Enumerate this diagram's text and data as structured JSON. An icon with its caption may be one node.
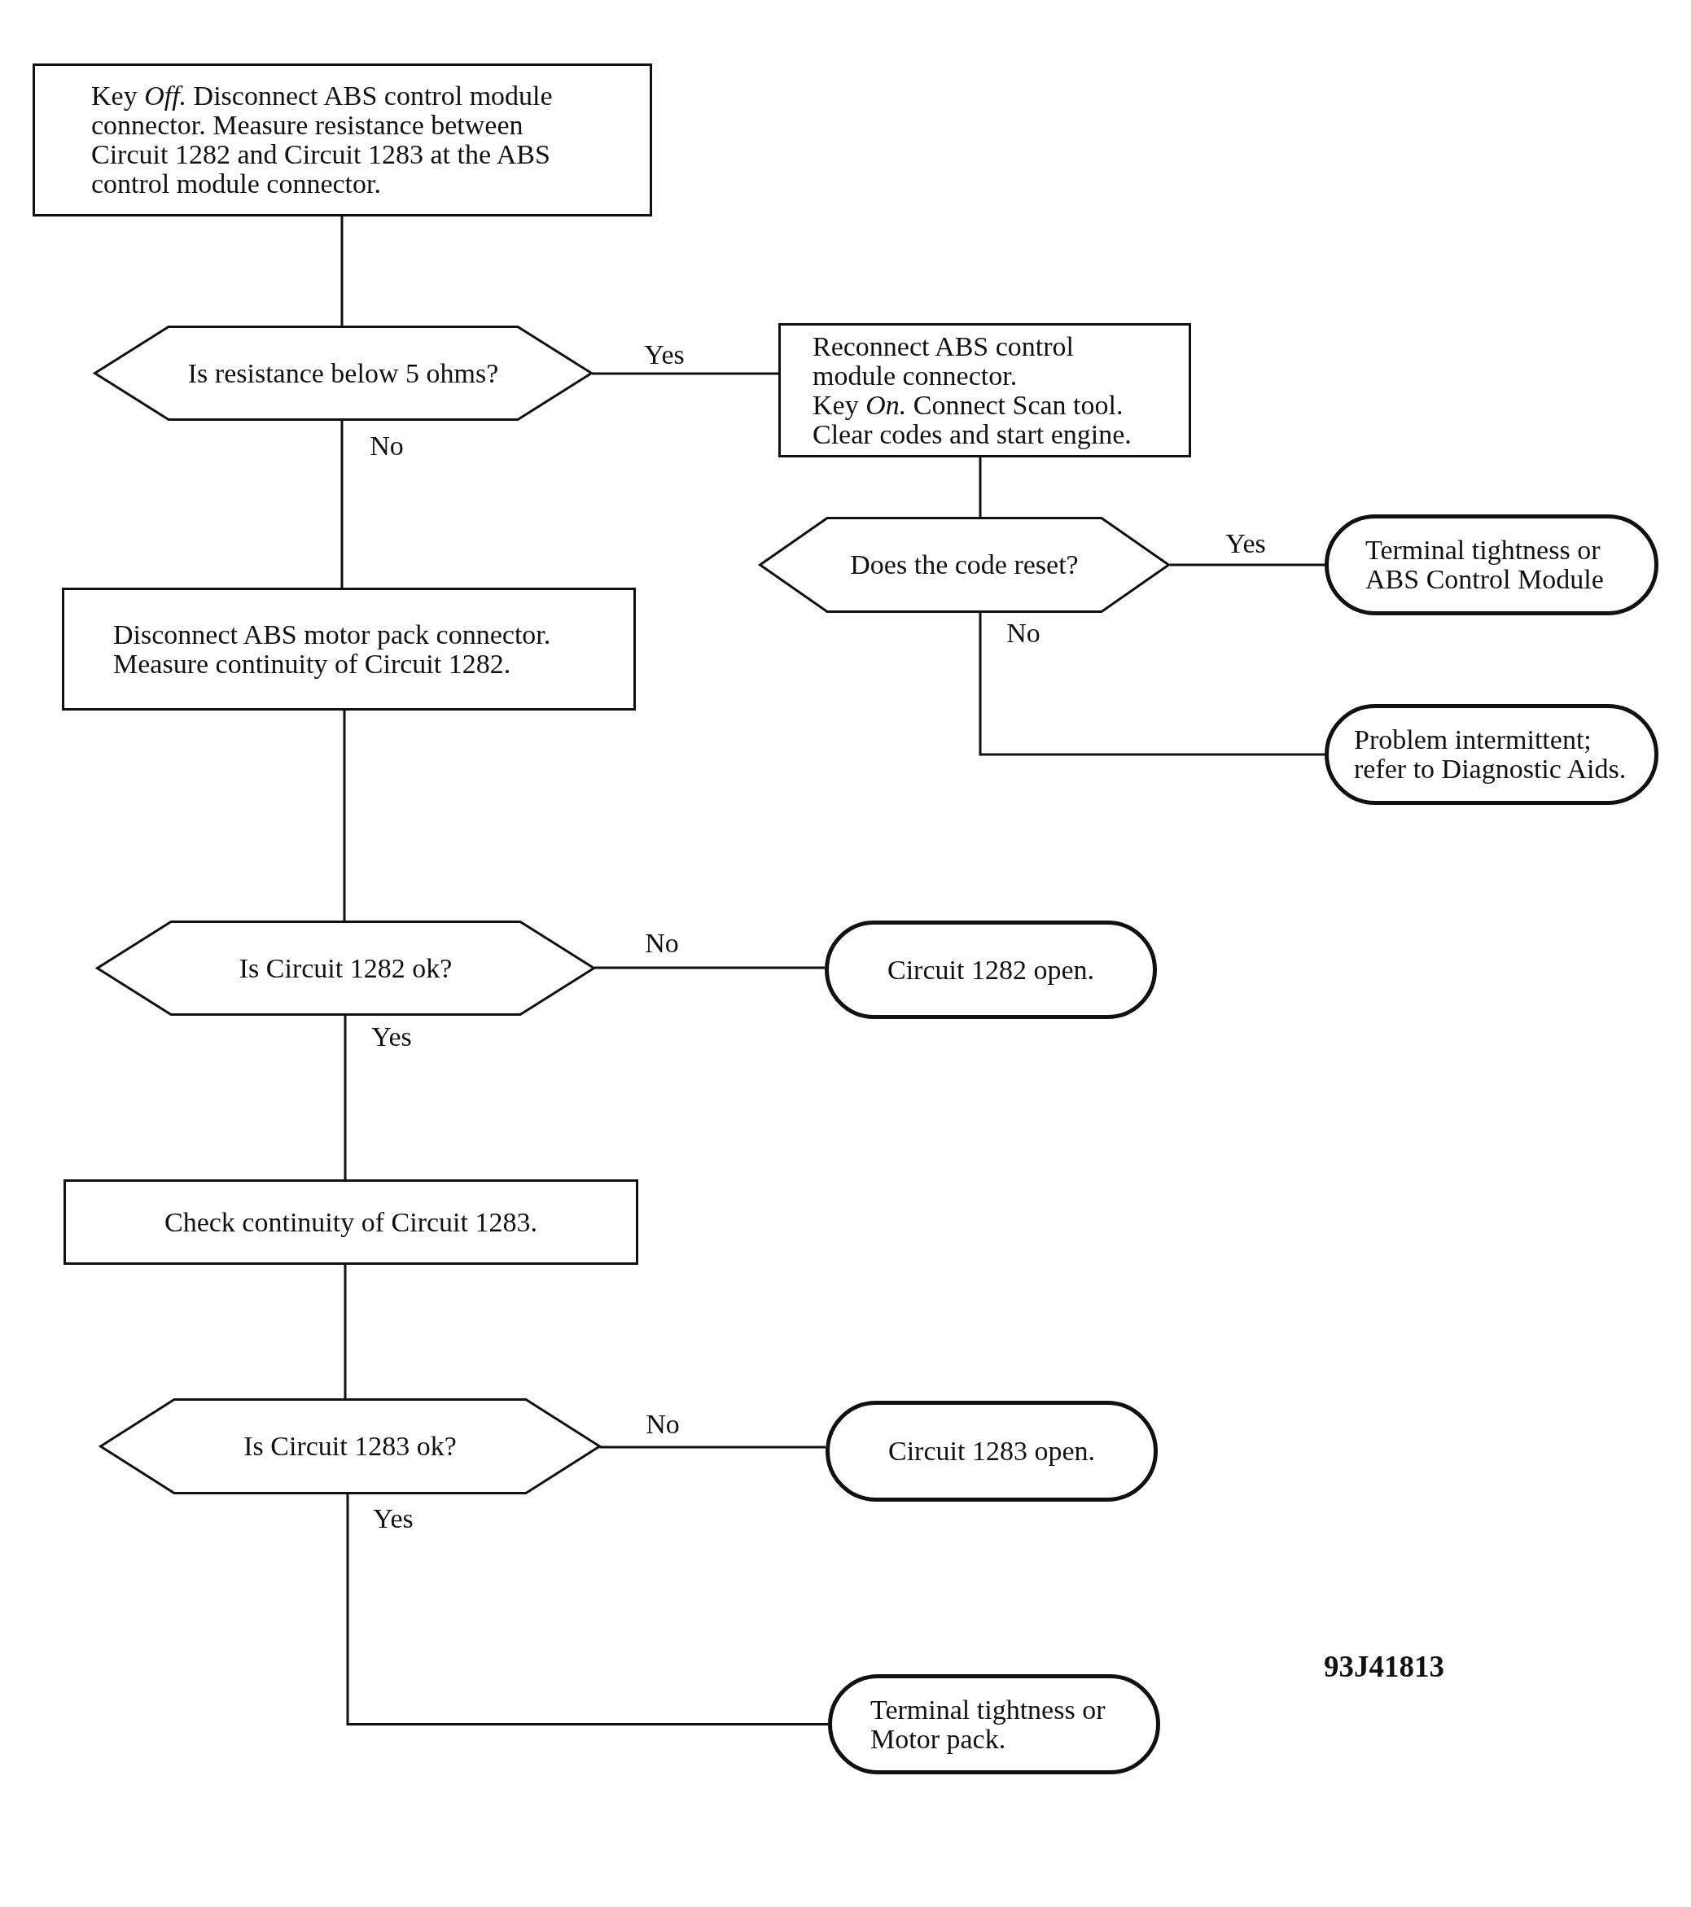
{
  "diagram": {
    "nodes": [
      {
        "text": [
          "Key *Off.* Disconnect ABS control module connector. Measure resistance between Circuit 1282 and Circuit 1283 at the ABS control module connector."
        ]
      },
      {
        "text": [
          "Is resistance below 5 ohms?"
        ]
      },
      {
        "text": [
          "Reconnect ABS control module connector.",
          "Key *On.* Connect Scan tool.",
          "Clear codes and start engine."
        ]
      },
      {
        "text": [
          "Does the code reset?"
        ]
      },
      {
        "text": [
          "Terminal tightness or ABS Control Module"
        ]
      },
      {
        "text": [
          "Problem intermittent; refer to Diagnostic Aids."
        ]
      },
      {
        "text": [
          "Disconnect ABS motor pack connector.",
          "Measure continuity of Circuit 1282."
        ]
      },
      {
        "text": [
          "Is Circuit 1282 ok?"
        ]
      },
      {
        "text": [
          "Circuit 1282 open."
        ]
      },
      {
        "text": [
          "Check continuity of Circuit 1283."
        ]
      },
      {
        "text": [
          "Is Circuit 1283 ok?"
        ]
      },
      {
        "text": [
          "Circuit 1283 open."
        ]
      },
      {
        "text": [
          "Terminal tightness or Motor pack."
        ]
      }
    ],
    "edges": [
      {
        "from": 0,
        "to": 1,
        "arrow": "none"
      },
      {
        "from": 1,
        "to": 2,
        "arrow": "none",
        "label": "Yes"
      },
      {
        "from": 1,
        "to": 6,
        "arrow": "none",
        "label": "No"
      },
      {
        "from": 2,
        "to": 3,
        "arrow": "none"
      },
      {
        "from": 3,
        "to": 4,
        "arrow": "none",
        "label": "Yes"
      },
      {
        "from": 3,
        "to": 5,
        "arrow": "none",
        "label": "No"
      },
      {
        "from": 6,
        "to": 7,
        "arrow": "none"
      },
      {
        "from": 7,
        "to": 8,
        "arrow": "none",
        "label": "No"
      },
      {
        "from": 7,
        "to": 9,
        "arrow": "none",
        "label": "Yes"
      },
      {
        "from": 9,
        "to": 10,
        "arrow": "none"
      },
      {
        "from": 10,
        "to": 11,
        "arrow": "none",
        "label": "No"
      },
      {
        "from": 10,
        "to": 12,
        "arrow": "none",
        "label": "Yes"
      }
    ],
    "labels": [
      "93J41813"
    ]
  }
}
